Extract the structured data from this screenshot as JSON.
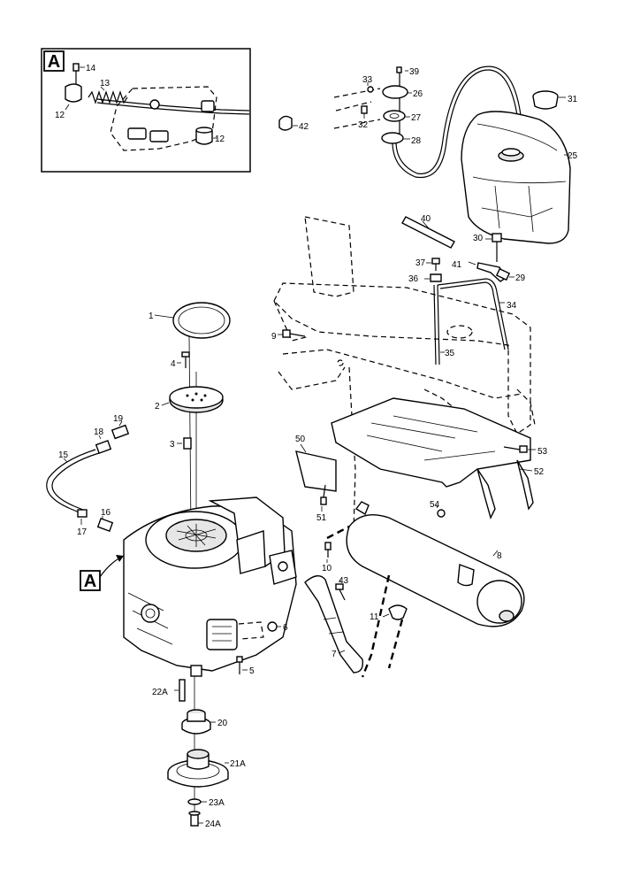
{
  "inset": {
    "letter": "A"
  },
  "callout_letter": "A",
  "labels": {
    "p1": "1",
    "p2": "2",
    "p3": "3",
    "p4": "4",
    "p5": "5",
    "p6": "6",
    "p7": "7",
    "p8": "8",
    "p9": "9",
    "p10": "10",
    "p11": "11",
    "p12a": "12",
    "p12b": "12",
    "p13": "13",
    "p14": "14",
    "p15": "15",
    "p16": "16",
    "p17": "17",
    "p18": "18",
    "p19": "19",
    "p20": "20",
    "p21a": "21A",
    "p22a": "22A",
    "p23a": "23A",
    "p24a": "24A",
    "p25": "25",
    "p26": "26",
    "p27": "27",
    "p28": "28",
    "p29": "29",
    "p30": "30",
    "p31": "31",
    "p32": "32",
    "p33": "33",
    "p34": "34",
    "p35": "35",
    "p36": "36",
    "p37": "37",
    "p39": "39",
    "p40": "40",
    "p41": "41",
    "p42": "42",
    "p43": "43",
    "p50": "50",
    "p51": "51",
    "p52": "52",
    "p53": "53",
    "p54": "54"
  }
}
